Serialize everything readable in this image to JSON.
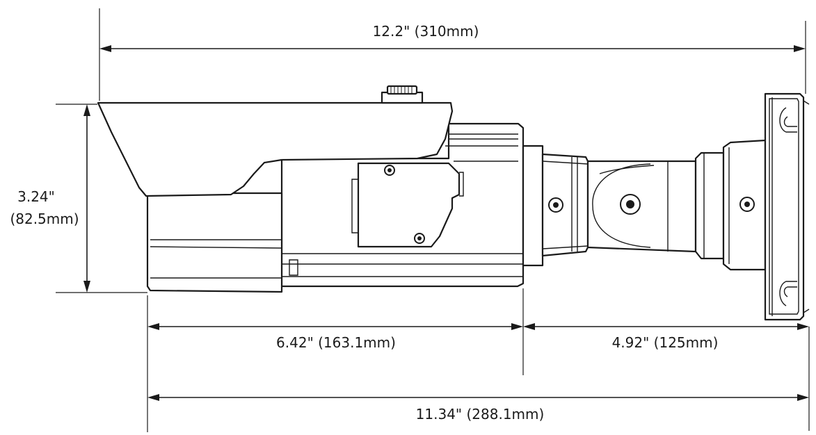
{
  "dimensions": {
    "overall_length": "12.2\" (310mm)",
    "height_line1": "3.24\"",
    "height_line2": "(82.5mm)",
    "camera_body": "6.42\" (163.1mm)",
    "mount_bracket": "4.92\" (125mm)",
    "body_with_mount": "11.34\" (288.1mm)"
  },
  "colors": {
    "line": "#1a1a1a",
    "background": "#ffffff"
  }
}
